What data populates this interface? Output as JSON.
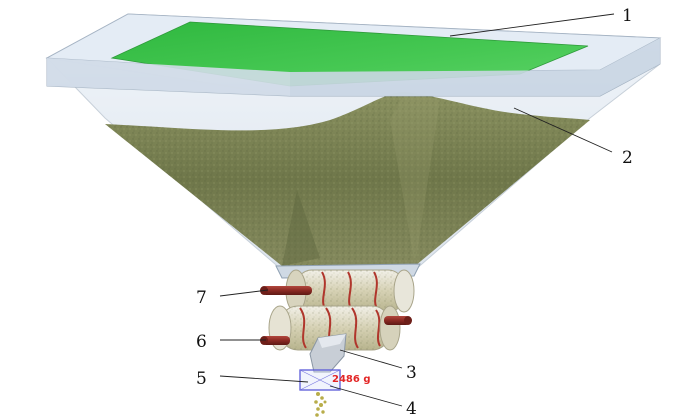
{
  "callouts": {
    "c1": "1",
    "c2": "2",
    "c3": "3",
    "c4": "4",
    "c5": "5",
    "c6": "6",
    "c7": "7"
  },
  "mass_readout": "2486 g",
  "colors": {
    "hopper_glass": "#c9d7e6",
    "green_fill": "#3cc24a",
    "grain": "#7c8457",
    "shaft": "#8a2a23",
    "readout": "#e32626"
  }
}
